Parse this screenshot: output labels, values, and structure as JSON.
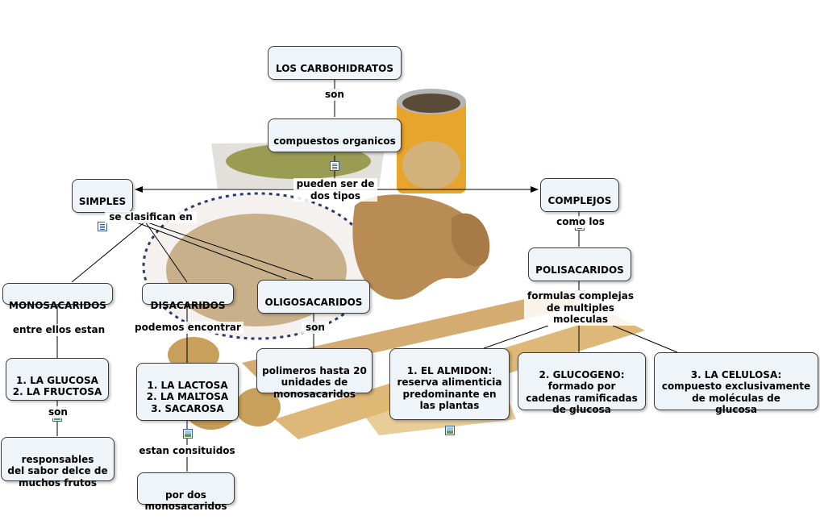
{
  "nodes": {
    "carbohidratos": "LOS CARBOHIDRATOS",
    "compuestos": "compuestos organicos",
    "simples": "SIMPLES",
    "complejos": "COMPLEJOS",
    "polisacaridos": "POLISACARIDOS",
    "monosacaridos": "MONOSACARIDOS",
    "disacaridos": "DISACARIDOS",
    "oligosacaridos": "OLIGOSACARIDOS",
    "glucosa_fructosa": "1. LA GLUCOSA\n2. LA FRUCTOSA",
    "responsables": "responsables\ndel sabor delce de\nmuchos frutos",
    "lactosa": "1. LA LACTOSA\n2. LA MALTOSA\n3. SACAROSA",
    "por_dos": "por dos\nmonosacaridos",
    "polimeros": "polimeros hasta 20\nunidades de\nmonosacaridos",
    "almidon": "1. EL ALMIDON:\nreserva alimenticia\npredominante en\nlas plantas",
    "glucogeno": "2. GLUCOGENO:\nformado por\ncadenas ramificadas\nde glucosa",
    "celulosa": "3. LA CELULOSA:\ncompuesto exclusivamente\nde moléculas de\nglucosa"
  },
  "links": {
    "son_1": "son",
    "pueden": "pueden ser de\ndos tipos",
    "clasifican": "se clasifican en",
    "como": "como los",
    "formulas": "formulas complejas\nde multiples\nmoleculas",
    "entre": "entre ellos estan",
    "son_2": "son",
    "podemos": "podemos encontrar",
    "estan": "estan consituidos",
    "son_3": "son"
  },
  "icons": [
    "document-icon",
    "image-icon"
  ]
}
